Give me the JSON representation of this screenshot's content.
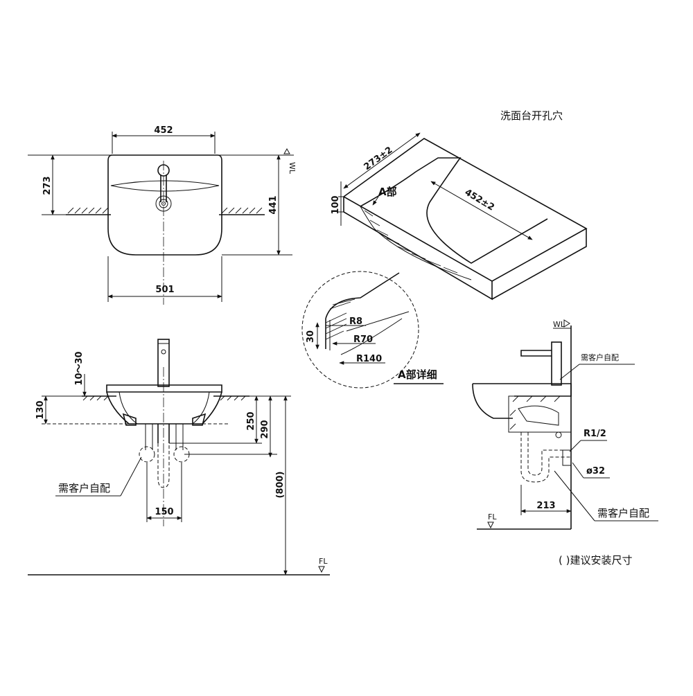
{
  "colors": {
    "line": "#111111",
    "background": "#ffffff"
  },
  "top_view": {
    "width_top": "452",
    "width_bottom": "501",
    "depth_left": "273",
    "depth_right": "441",
    "wl": "WL"
  },
  "counter_cutout": {
    "title": "洗面台开孔穴",
    "depth": "273±2",
    "width": "452±2",
    "thickness": "100",
    "detail_ref": "A部"
  },
  "detail": {
    "r8": "R8",
    "r70": "R70",
    "r140": "R140",
    "height": "30",
    "title": "A部详细"
  },
  "front_view": {
    "gap": "10～30",
    "h130": "130",
    "h250": "250",
    "h290": "290",
    "h800": "(800)",
    "w150": "150",
    "note": "需客户自配",
    "fl": "FL"
  },
  "side_view": {
    "wl": "WL",
    "note_top": "需客户自配",
    "r_half": "R1/2",
    "dia32": "ø32",
    "w213": "213",
    "note_bottom": "需客户自配",
    "fl": "FL"
  },
  "legend": "(     )建议安装尺寸"
}
